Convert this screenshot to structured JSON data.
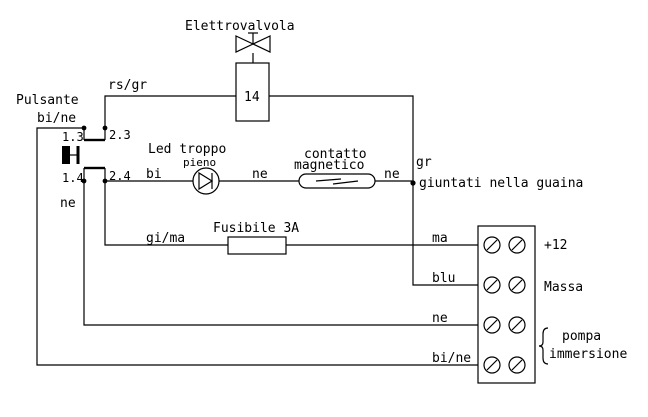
{
  "labels": {
    "valve_title": "Elettrovalvola",
    "valve_number": "14",
    "wire_rs_gr": "rs/gr",
    "button_title": "Pulsante",
    "wire_bi_ne_button": "bi/ne",
    "contact_13": "1.3",
    "contact_23": "2.3",
    "contact_14": "1.4",
    "contact_24": "2.4",
    "wire_ne_button": "ne",
    "led_title": "Led troppo",
    "led_subtitle": "pieno",
    "wire_bi": "bi",
    "wire_ne_led": "ne",
    "reed_title": "contatto",
    "reed_subtitle": "magnetico",
    "wire_ne_reed": "ne",
    "wire_gr": "gr",
    "splice_note": "giuntati nella guaina",
    "fuse_title": "Fusibile 3A",
    "wire_gi_ma": "gi/ma",
    "wire_ma": "ma",
    "wire_blu": "blu",
    "wire_ne_term": "ne",
    "wire_bi_ne_term": "bi/ne",
    "term_plus12": "+12",
    "term_massa": "Massa",
    "pump_line1": "pompa",
    "pump_line2": "immersione"
  },
  "icons": {
    "valve": "valve-bowtie-icon",
    "button": "push-button-icon",
    "led": "led-diode-icon",
    "reed": "reed-switch-icon",
    "fuse": "fuse-icon",
    "screw": "screw-terminal-icon",
    "brace": "curly-brace-icon"
  }
}
